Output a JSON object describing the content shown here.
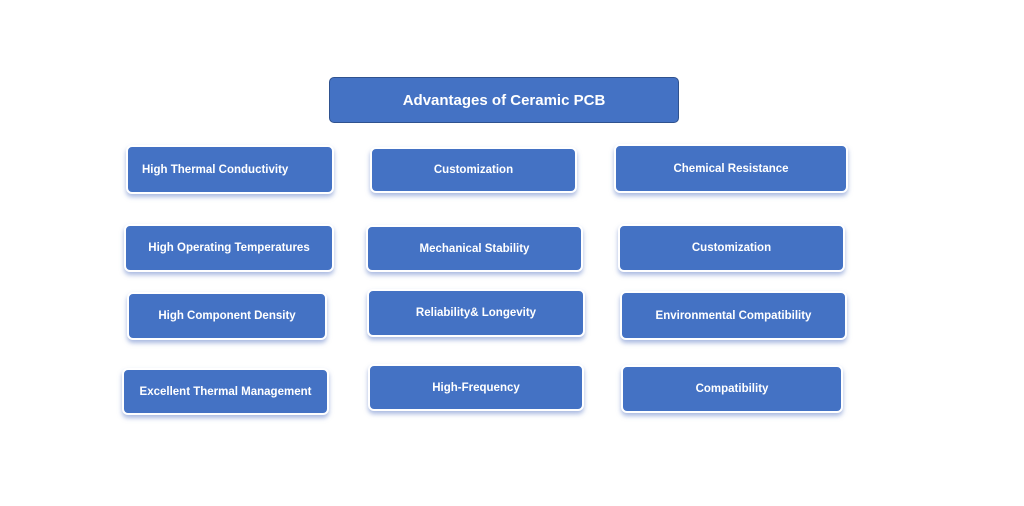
{
  "title": "Advantages of Ceramic PCB",
  "columns": [
    [
      "High Thermal Conductivity",
      "High Operating Temperatures",
      "High Component Density",
      "Excellent Thermal Management"
    ],
    [
      "Customization",
      "Mechanical Stability",
      "Reliability& Longevity",
      "High-Frequency"
    ],
    [
      "Chemical Resistance",
      "Customization",
      "Environmental Compatibility",
      "Compatibility"
    ]
  ],
  "colors": {
    "box_fill": "#4472c4",
    "title_border": "#2f528f"
  }
}
